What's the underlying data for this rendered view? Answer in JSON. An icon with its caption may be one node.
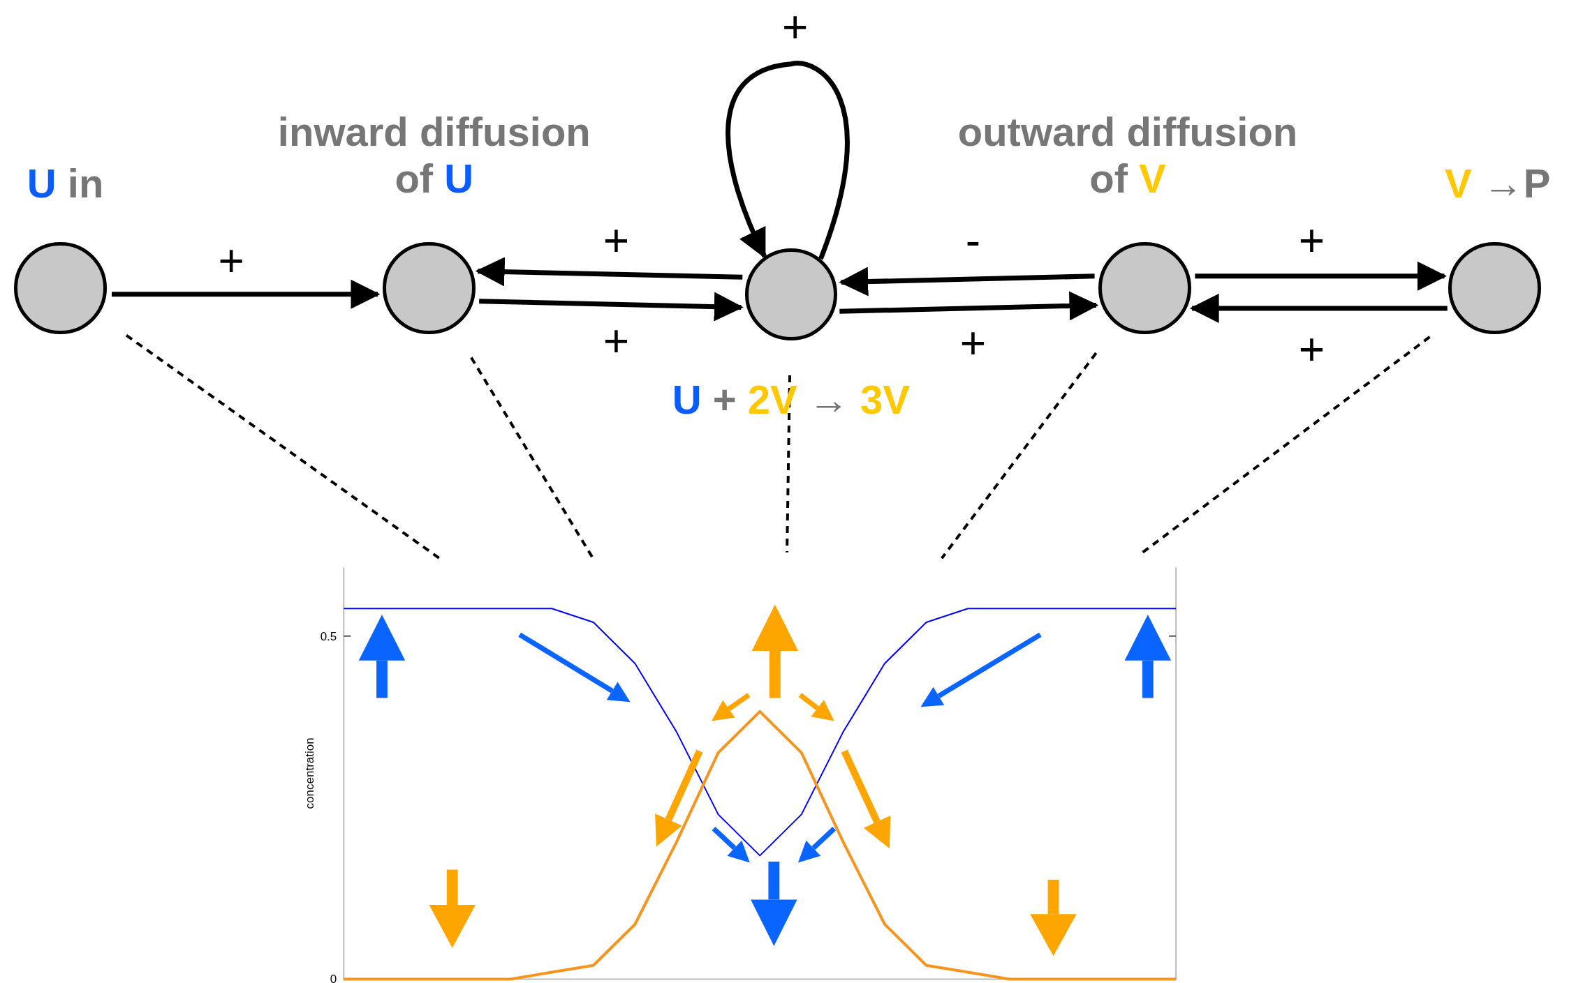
{
  "diagram": {
    "nodes": [
      {
        "text": [
          "U in"
        ]
      },
      {
        "text": [
          "inward diffusion of U"
        ]
      },
      {
        "text": [
          "U + 2V → 3V"
        ]
      },
      {
        "text": [
          "outward diffusion of V"
        ]
      },
      {
        "text": [
          "V →P"
        ]
      }
    ],
    "edges": [
      {
        "from": 0,
        "to": 1,
        "arrow": "to",
        "label": "+"
      },
      {
        "from": 2,
        "to": 1,
        "arrow": "to",
        "label": "+"
      },
      {
        "from": 1,
        "to": 2,
        "arrow": "to",
        "label": "+"
      },
      {
        "from": 2,
        "to": 2,
        "arrow": "to",
        "label": "+"
      },
      {
        "from": 3,
        "to": 2,
        "arrow": "to",
        "label": "-"
      },
      {
        "from": 2,
        "to": 3,
        "arrow": "to",
        "label": "+"
      },
      {
        "from": 3,
        "to": 4,
        "arrow": "to",
        "label": "+"
      },
      {
        "from": 4,
        "to": 3,
        "arrow": "to",
        "label": "+"
      },
      {
        "from": 0,
        "to": null,
        "arrow": "none",
        "style": "dashed"
      },
      {
        "from": 1,
        "to": null,
        "arrow": "none",
        "style": "dashed"
      },
      {
        "from": 2,
        "to": null,
        "arrow": "none",
        "style": "dashed"
      },
      {
        "from": 3,
        "to": null,
        "arrow": "none",
        "style": "dashed"
      },
      {
        "from": 4,
        "to": null,
        "arrow": "none",
        "style": "dashed"
      }
    ],
    "chart_data": {
      "type": "line",
      "ylabel": "concentration",
      "ylim": [
        0,
        0.6
      ],
      "yticks": [
        0,
        0.5
      ],
      "series": [
        {
          "color": "#0000ff",
          "values": [
            0.54,
            0.54,
            0.54,
            0.54,
            0.54,
            0.54,
            0.52,
            0.46,
            0.36,
            0.24,
            0.18,
            0.24,
            0.36,
            0.46,
            0.52,
            0.54,
            0.54,
            0.54,
            0.54,
            0.54,
            0.54
          ]
        },
        {
          "color": "#f7941d",
          "values": [
            0,
            0,
            0,
            0,
            0,
            0.01,
            0.02,
            0.08,
            0.2,
            0.33,
            0.39,
            0.33,
            0.2,
            0.08,
            0.02,
            0.01,
            0,
            0,
            0,
            0,
            0
          ]
        }
      ]
    }
  }
}
